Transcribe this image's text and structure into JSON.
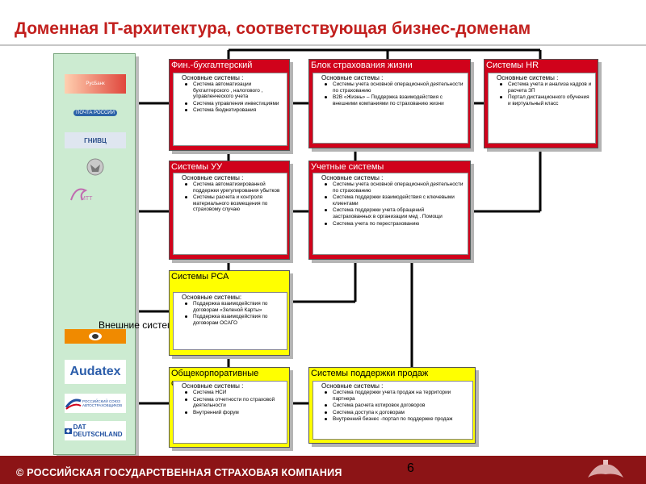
{
  "title": "Доменная IT-архитектура, соответствующая бизнес-доменам",
  "external_systems": {
    "label": "Внешние системы",
    "logos": [
      {
        "name": "rusbank-logo",
        "text": "РусБанк",
        "color": "#e0473d"
      },
      {
        "name": "pochta-rossii-logo",
        "text": "ПОЧТА РОССИИ",
        "color": "#2d63a8"
      },
      {
        "name": "gnivc-logo",
        "text": "ГНИВЦ",
        "color": "#4f6fa4"
      },
      {
        "name": "emblem-logo",
        "text": "",
        "color": "#b8b8b8"
      },
      {
        "name": "mtt-logo",
        "text": "МТТ",
        "color": "#c06cb0"
      },
      {
        "name": "partner-logo",
        "text": "",
        "color": "#f08a00"
      },
      {
        "name": "audatex-logo",
        "text": "Audatex",
        "color": "#2b5daa"
      },
      {
        "name": "rsa-logo",
        "text": "РОССИЙСКИЙ СОЮЗ АВТОСТРАХОВЩИКОВ",
        "color": "#1f4fa0"
      },
      {
        "name": "dat-logo",
        "text": "DAT DEUTSCHLAND",
        "color": "#1f4fa0"
      }
    ]
  },
  "boxes": {
    "fin": {
      "title": "Фин.-бухгалтерский",
      "head": "Основные системы     :",
      "items": [
        "Система автоматизации бухгалтерского     , налогового      , управленческого учета",
        "Система управления инвестициями",
        "Система бюджетирования"
      ]
    },
    "life": {
      "title": "Блок страхования жизни",
      "head": "Основные системы     :",
      "items": [
        "Системы учета основной операционной деятельности по страхованию",
        "B2B «Жизнь» – Поддержка взаимодействия с внешними компаниями по страхованию жизни"
      ]
    },
    "hr": {
      "title": "Системы  HR",
      "head": "Основные системы     :",
      "items": [
        "Система учета и анализа кадров и расчета ЗП",
        "Портал дистанционного обучения и виртуальный класс"
      ]
    },
    "uu": {
      "title": "Системы УУ",
      "head": "Основные системы     :",
      "items": [
        "Система автоматизированной поддержки урегулирования убытков",
        "Системы расчета и контроля материального возмещения по страховому случаю"
      ]
    },
    "acc": {
      "title": "Учетные системы",
      "head": "Основные системы     :",
      "items": [
        "Системы учета основной операционной деятельности по страхованию",
        "Система поддержки взаимодействия с ключевыми клиентами",
        "Система поддержки учета обращений застрахованных в организации мед      . Помощи",
        "Система учета по перестрахованию"
      ]
    },
    "rsa": {
      "title": "Системы РСА",
      "head": "Основные системы:",
      "items": [
        "Поддержка взаимодействия по договорам «Зеленой Карты»",
        "Поддержка взаимодействия по договорам ОСАГО"
      ]
    },
    "corp": {
      "title": "Общекорпоративные системы",
      "head": "Основные системы     :",
      "items": [
        "Система НСИ",
        "Система отчетности по страховой деятельности",
        "Внутренний форум"
      ]
    },
    "sales": {
      "title": "Системы поддержки продаж",
      "head": "Основные системы     :",
      "items": [
        "Система поддержки учета продаж на территории партнера",
        "Система расчета котировок договоров",
        "Система доступа к договорам",
        "Внутренний бизнес     -портал по поддержке продаж"
      ]
    }
  },
  "footer": {
    "company": "© РОССИЙСКАЯ ГОСУДАРСТВЕННАЯ СТРАХОВАЯ КОМПАНИЯ",
    "page_number": "6"
  },
  "colors": {
    "title": "#c2201e",
    "red_box": "#d0021b",
    "yellow_box": "#ffff00",
    "footer": "#8c1416",
    "external_panel": "#ccebd1"
  }
}
